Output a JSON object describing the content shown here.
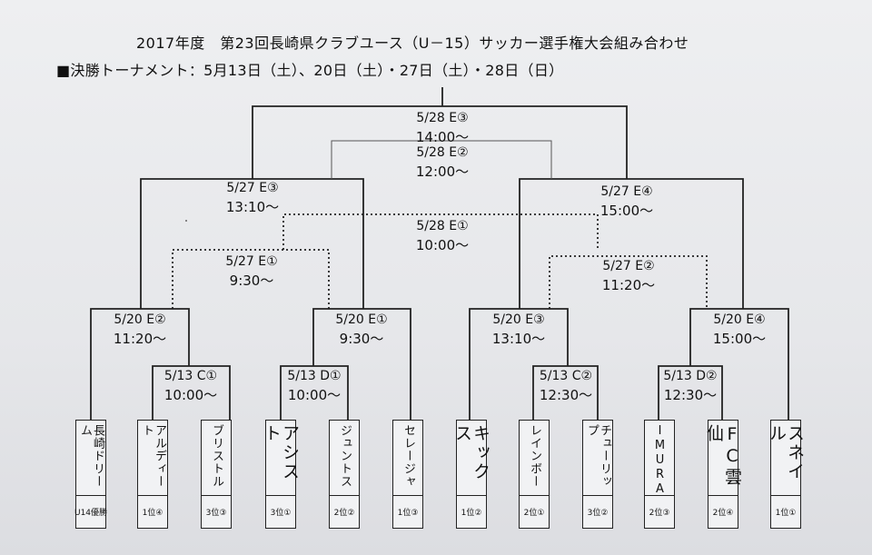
{
  "header": {
    "title": "2017年度　第23回長崎県クラブユース（U－15）サッカー選手権大会組み合わせ",
    "subtitle": "■決勝トーナメント：5月13日（土）、20日（土）・27日（土）・28日（日）"
  },
  "matches": [
    {
      "id": "final",
      "date": "5/28 E③",
      "time": "14:00～"
    },
    {
      "id": "third",
      "date": "5/28 E②",
      "time": "12:00～"
    },
    {
      "id": "semi_left",
      "date": "5/27 E③",
      "time": "13:10～"
    },
    {
      "id": "semi_right",
      "date": "5/27 E④",
      "time": "15:00～"
    },
    {
      "id": "place_5",
      "date": "5/28 E①",
      "time": "10:00～"
    },
    {
      "id": "pl_left",
      "date": "5/27 E①",
      "time": "9:30～"
    },
    {
      "id": "pl_right",
      "date": "5/27 E②",
      "time": "11:20～"
    },
    {
      "id": "qf1",
      "date": "5/20 E②",
      "time": "11:20～"
    },
    {
      "id": "qf2",
      "date": "5/20 E①",
      "time": "9:30～"
    },
    {
      "id": "qf3",
      "date": "5/20 E③",
      "time": "13:10～"
    },
    {
      "id": "qf4",
      "date": "5/20 E④",
      "time": "15:00～"
    },
    {
      "id": "r1_a",
      "date": "5/13 C①",
      "time": "10:00～"
    },
    {
      "id": "r1_b",
      "date": "5/13 D①",
      "time": "10:00～"
    },
    {
      "id": "r1_c",
      "date": "5/13 C②",
      "time": "12:30～"
    },
    {
      "id": "r1_d",
      "date": "5/13 D②",
      "time": "12:30～"
    }
  ],
  "teams": [
    {
      "name": "長崎ドリーム",
      "seed": "U14優勝"
    },
    {
      "name": "アルディート",
      "seed": "1位④"
    },
    {
      "name": "ブリストル",
      "seed": "3位③"
    },
    {
      "name": "アシスト",
      "seed": "3位①"
    },
    {
      "name": "ジュントス",
      "seed": "2位②"
    },
    {
      "name": "セレージャ",
      "seed": "1位③"
    },
    {
      "name": "キックス",
      "seed": "1位②"
    },
    {
      "name": "レインボー",
      "seed": "2位①"
    },
    {
      "name": "チューリップ",
      "seed": "3位②"
    },
    {
      "name": "IMURA",
      "seed": "2位③"
    },
    {
      "name": "FC雲仙",
      "seed": "2位④"
    },
    {
      "name": "スネイル",
      "seed": "1位①"
    }
  ]
}
